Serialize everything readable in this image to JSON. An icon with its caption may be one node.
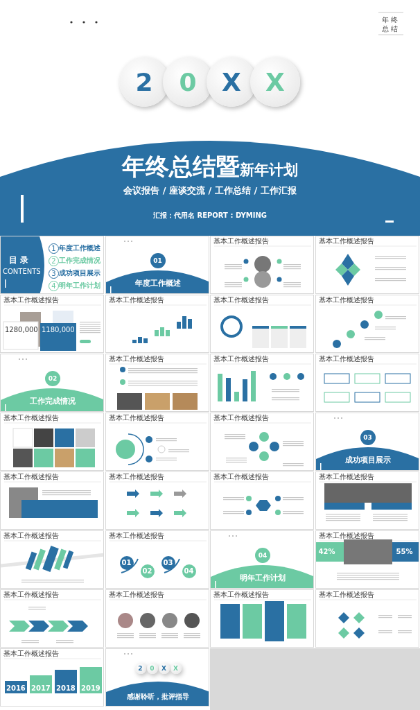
{
  "diagram": {
    "labels": [
      "年终总结",
      "2",
      "0",
      "X",
      "X",
      "年终总结暨",
      "新年计划",
      "会议报告 / 座谈交流 / 工作总结 / 工作汇报",
      "汇报：代用名 REPORT : DYMING",
      "目 录",
      "CONTENTS",
      "1",
      "年度工作概述",
      "2",
      "工作完成情况",
      "3",
      "成功项目展示",
      "4",
      "明年工作计划",
      "01",
      "年度工作概述",
      "基本工作概述报告",
      "基本工作概述报告",
      "基本工作概述报告",
      "1280,000",
      "1180,000",
      "基本工作概述报告",
      "基本工作概述报告",
      "基本工作概述报告",
      "02",
      "工作完成情况",
      "基本工作概述报告",
      "基本工作概述报告",
      "基本工作概述报告",
      "基本工作概述报告",
      "基本工作概述报告",
      "基本工作概述报告",
      "03",
      "成功项目展示",
      "基本工作概述报告",
      "基本工作概述报告",
      "基本工作概述报告",
      "基本工作概述报告",
      "基本工作概述报告",
      "基本工作概述报告",
      "01",
      "02",
      "03",
      "04",
      "04",
      "明年工作计划",
      "基本工作概述报告",
      "42%",
      "55%",
      "基本工作概述报告",
      "基本工作概述报告",
      "基本工作概述报告",
      "基本工作概述报告",
      "基本工作概述报告",
      "2016",
      "2017",
      "2018",
      "2019",
      "2",
      "0",
      "X",
      "X",
      "感谢聆听，批评指导"
    ]
  }
}
